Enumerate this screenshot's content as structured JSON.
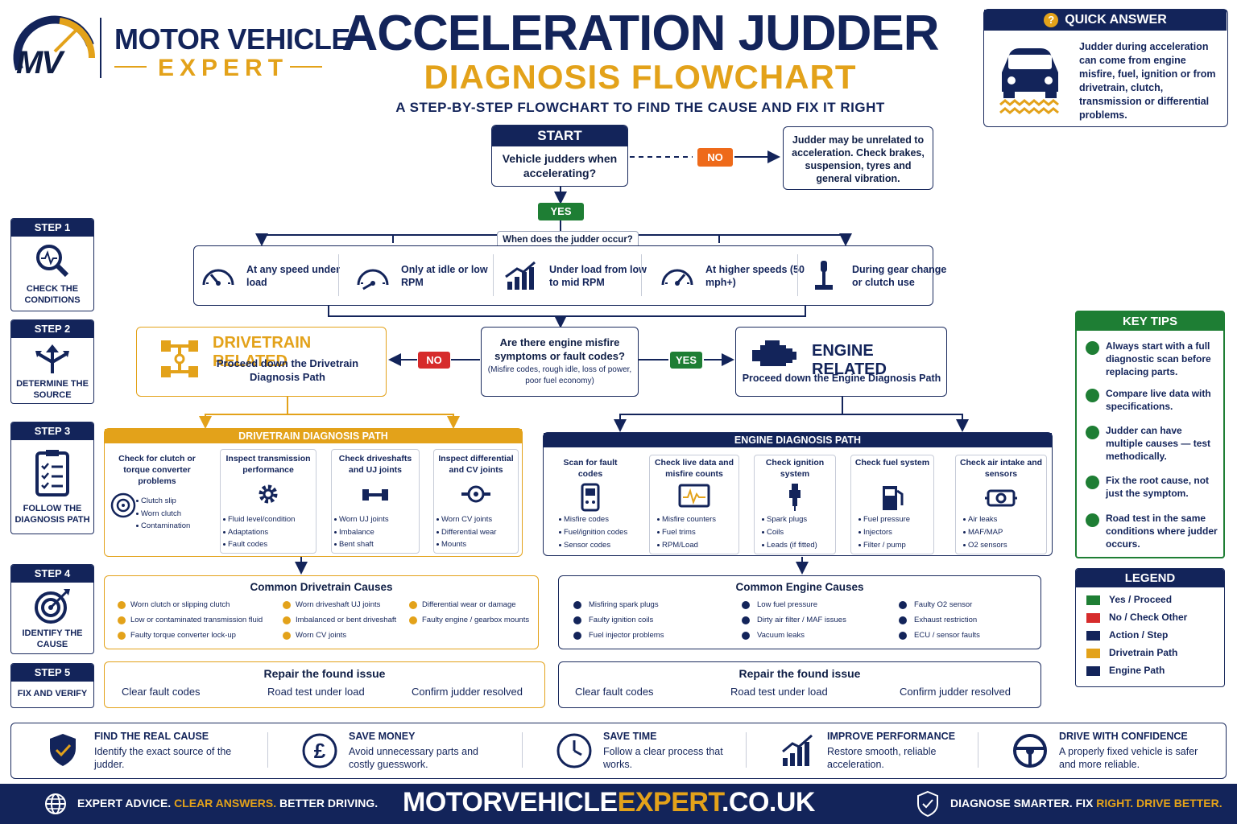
{
  "brand": {
    "name_top": "MOTOR VEHICLE",
    "name_bottom": "EXPERT",
    "logo_letters": "MV"
  },
  "title": {
    "line1": "ACCELERATION JUDDER",
    "line2": "DIAGNOSIS FLOWCHART",
    "subtitle": "A STEP-BY-STEP FLOWCHART TO FIND THE CAUSE AND FIX IT RIGHT"
  },
  "quick_answer": {
    "heading": "QUICK ANSWER",
    "text": "Judder during acceleration can come from engine misfire, fuel, ignition or from drivetrain, clutch, transmission or differential problems."
  },
  "start": {
    "label": "START",
    "question": "Vehicle judders when accelerating?",
    "no_label": "NO",
    "no_text": "Judder may be unrelated to acceleration. Check brakes, suspension, tyres and general vibration.",
    "yes_label": "YES"
  },
  "when": {
    "question": "When does the judder occur?",
    "options": [
      "At any speed under load",
      "Only at idle or low RPM",
      "Under load from low to mid RPM",
      "At higher speeds (50 mph+)",
      "During gear change or clutch use"
    ]
  },
  "steps": [
    {
      "num": "STEP 1",
      "label": "CHECK THE CONDITIONS"
    },
    {
      "num": "STEP 2",
      "label": "DETERMINE THE SOURCE"
    },
    {
      "num": "STEP 3",
      "label": "FOLLOW THE DIAGNOSIS PATH"
    },
    {
      "num": "STEP 4",
      "label": "IDENTIFY THE CAUSE"
    },
    {
      "num": "STEP 5",
      "label": "FIX AND VERIFY"
    }
  ],
  "misfire": {
    "question": "Are there engine misfire symptoms or fault codes?",
    "detail": "(Misfire codes, rough idle, loss of power, poor fuel economy)",
    "no_label": "NO",
    "yes_label": "YES"
  },
  "drivetrain": {
    "title": "DRIVETRAIN RELATED",
    "text": "Proceed down the Drivetrain Diagnosis Path",
    "path_title": "DRIVETRAIN DIAGNOSIS PATH",
    "cols": [
      {
        "title": "Check for clutch or torque converter problems",
        "items": [
          "Clutch slip",
          "Worn clutch",
          "Contamination"
        ]
      },
      {
        "title": "Inspect transmission performance",
        "items": [
          "Fluid level/condition",
          "Adaptations",
          "Fault codes"
        ]
      },
      {
        "title": "Check driveshafts and UJ joints",
        "items": [
          "Worn UJ joints",
          "Imbalance",
          "Bent shaft"
        ]
      },
      {
        "title": "Inspect differential and CV joints",
        "items": [
          "Worn CV joints",
          "Differential wear",
          "Mounts"
        ]
      }
    ],
    "causes_title": "Common Drivetrain Causes",
    "causes": [
      "Worn clutch or slipping clutch",
      "Low or contaminated transmission fluid",
      "Faulty torque converter lock-up",
      "Worn driveshaft UJ joints",
      "Imbalanced or bent driveshaft",
      "Worn CV joints",
      "Differential wear or damage",
      "Faulty engine / gearbox mounts"
    ],
    "repair_title": "Repair the found issue",
    "repair_steps": [
      "Clear fault codes",
      "Road test under load",
      "Confirm judder resolved"
    ]
  },
  "engine": {
    "title": "ENGINE RELATED",
    "text": "Proceed down the Engine Diagnosis Path",
    "path_title": "ENGINE DIAGNOSIS PATH",
    "cols": [
      {
        "title": "Scan for fault codes",
        "items": [
          "Misfire codes",
          "Fuel/ignition codes",
          "Sensor codes"
        ]
      },
      {
        "title": "Check live data and misfire counts",
        "items": [
          "Misfire counters",
          "Fuel trims",
          "RPM/Load"
        ]
      },
      {
        "title": "Check ignition system",
        "items": [
          "Spark plugs",
          "Coils",
          "Leads (if fitted)"
        ]
      },
      {
        "title": "Check fuel system",
        "items": [
          "Fuel pressure",
          "Injectors",
          "Filter / pump"
        ]
      },
      {
        "title": "Check air intake and sensors",
        "items": [
          "Air leaks",
          "MAF/MAP",
          "O2 sensors"
        ]
      }
    ],
    "causes_title": "Common Engine Causes",
    "causes": [
      "Misfiring spark plugs",
      "Faulty ignition coils",
      "Fuel injector problems",
      "Low fuel pressure",
      "Dirty air filter / MAF issues",
      "Vacuum leaks",
      "Faulty O2 sensor",
      "Exhaust restriction",
      "ECU / sensor faults"
    ],
    "repair_title": "Repair the found issue",
    "repair_steps": [
      "Clear fault codes",
      "Road test under load",
      "Confirm judder resolved"
    ]
  },
  "key_tips": {
    "heading": "KEY TIPS",
    "tips": [
      "Always start with a full diagnostic scan before replacing parts.",
      "Compare live data with specifications.",
      "Judder can have multiple causes — test methodically.",
      "Fix the root cause, not just the symptom.",
      "Road test in the same conditions where judder occurs."
    ]
  },
  "legend": {
    "heading": "LEGEND",
    "items": [
      {
        "label": "Yes / Proceed",
        "color": "#1e7e34"
      },
      {
        "label": "No / Check Other",
        "color": "#d62b2b"
      },
      {
        "label": "Action / Step",
        "color": "#13245a"
      },
      {
        "label": "Drivetrain Path",
        "color": "#e3a21a"
      },
      {
        "label": "Engine Path",
        "color": "#13245a"
      }
    ]
  },
  "benefits": [
    {
      "title": "FIND THE REAL CAUSE",
      "text": "Identify the exact source of the judder.",
      "icon": "shield-check-icon"
    },
    {
      "title": "SAVE MONEY",
      "text": "Avoid unnecessary parts and costly guesswork.",
      "icon": "pound-icon"
    },
    {
      "title": "SAVE TIME",
      "text": "Follow a clear process that works.",
      "icon": "clock-icon"
    },
    {
      "title": "IMPROVE PERFORMANCE",
      "text": "Restore smooth, reliable acceleration.",
      "icon": "chart-up-icon"
    },
    {
      "title": "DRIVE WITH CONFIDENCE",
      "text": "A properly fixed vehicle is safer and more reliable.",
      "icon": "steering-wheel-icon"
    }
  ],
  "footer": {
    "left_a": "EXPERT ADVICE.",
    "left_b": "CLEAR ANSWERS.",
    "left_c": "BETTER DRIVING.",
    "site_a": "MOTORVEHICLE",
    "site_b": "EXPERT",
    "site_c": ".CO.UK",
    "right_a": "DIAGNOSE SMARTER. FIX",
    "right_b": "RIGHT.",
    "right_c": "DRIVE BETTER."
  },
  "colors": {
    "navy": "#13245a",
    "gold": "#e3a21a",
    "green": "#1e7e34",
    "red": "#d62b2b",
    "orange": "#ee6a1a"
  }
}
